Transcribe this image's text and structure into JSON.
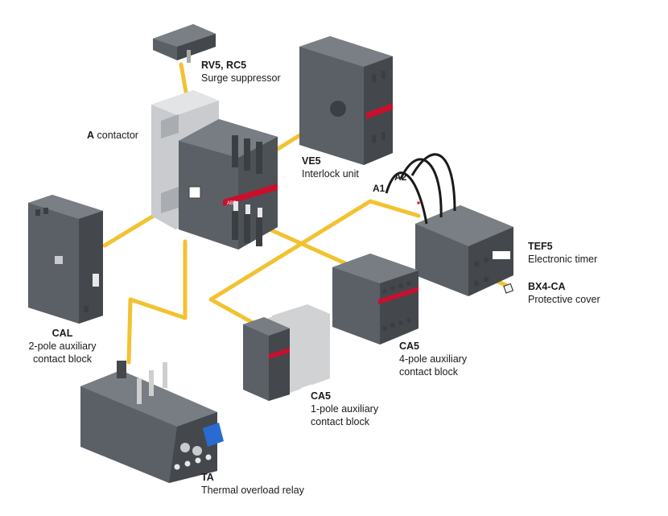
{
  "components": {
    "surge_suppressor": {
      "title": "RV5, RC5",
      "desc": [
        "Surge suppressor"
      ]
    },
    "contactor": {
      "title": "A",
      "desc": [
        "contactor"
      ]
    },
    "interlock": {
      "title": "VE5",
      "desc": [
        "Interlock unit"
      ]
    },
    "cal": {
      "title": "CAL",
      "desc": [
        "2-pole auxiliary",
        "contact block"
      ]
    },
    "ca5_4pole": {
      "title": "CA5",
      "desc": [
        "4-pole auxiliary",
        "contact block"
      ]
    },
    "ca5_1pole": {
      "title": "CA5",
      "desc": [
        "1-pole auxiliary",
        "contact block"
      ]
    },
    "timer": {
      "title": "TEF5",
      "desc": [
        "Electronic timer"
      ]
    },
    "cover": {
      "title": "BX4-CA",
      "desc": [
        "Protective cover"
      ]
    },
    "relay": {
      "title": "TA",
      "desc": [
        "Thermal overload relay"
      ]
    }
  },
  "terminals": {
    "a1": "A1",
    "a2": "A2"
  },
  "brand_mark": "ABB",
  "colors": {
    "link": "#f2c230",
    "body": "#5b6066",
    "body_dark": "#44484d",
    "body_light": "#7a7f85",
    "grey_base": "#c9cbce",
    "abb_red": "#c8102e",
    "blue_screw": "#2a6bd1"
  }
}
